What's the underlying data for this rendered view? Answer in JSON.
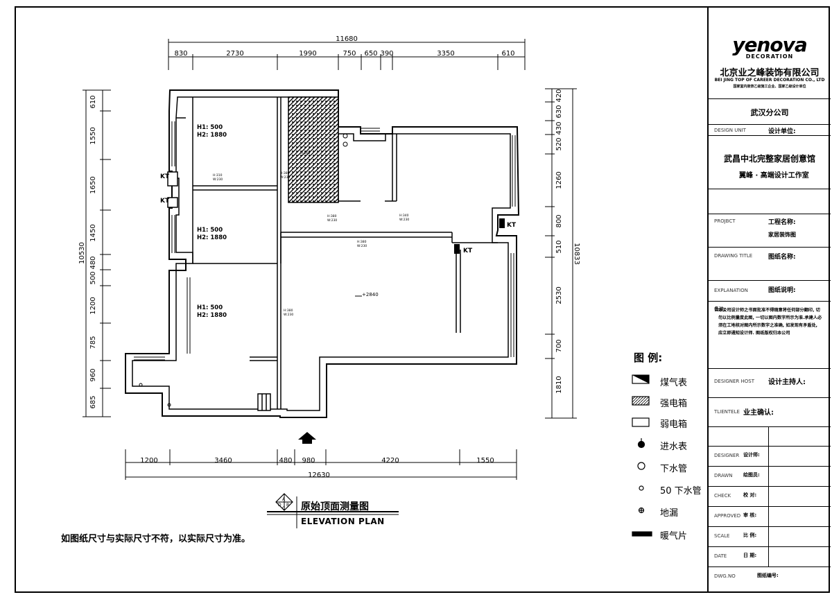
{
  "dimensions": {
    "top_total": "11680",
    "top": [
      "830",
      "2730",
      "1990",
      "750",
      "650",
      "390",
      "3350",
      "610"
    ],
    "bottom_total": "12630",
    "bottom": [
      "1200",
      "3460",
      "480",
      "980",
      "4220",
      "1550"
    ],
    "left_total": "10530",
    "left": [
      "610",
      "1550",
      "1650",
      "1450",
      "480",
      "500",
      "1200",
      "785",
      "960",
      "685"
    ],
    "right_total": "10833",
    "right": [
      "420",
      "630",
      "430",
      "520",
      "1260",
      "800",
      "510",
      "2530",
      "700",
      "1810"
    ]
  },
  "rooms": {
    "room1": {
      "h1": "H1:  500",
      "h2": "H2:  1880"
    },
    "room2": {
      "h1": "H1:  500",
      "h2": "H2:  1880"
    },
    "room3": {
      "h1": "H1:  500",
      "h2": "H2:  1880"
    },
    "level": "+2840",
    "kt": "KT"
  },
  "small_notes": {
    "a": "H:310",
    "a2": "W:230",
    "b": "H:380",
    "b2": "W:230",
    "c": "H:380",
    "c2": "W:230",
    "d": "H:340",
    "d2": "W:230",
    "e": "H:380",
    "e2": "W:230",
    "f": "H:380",
    "f2": "W:230",
    "g": "H:360",
    "g2": "W:230"
  },
  "plan_title": {
    "cn": "原始顶面测量图",
    "en": "ELEVATION PLAN"
  },
  "bottom_note": "如图纸尺寸与实际尺寸不符，以实际尺寸为准。",
  "legend": {
    "title": "图  例:",
    "items": [
      "煤气表",
      "强电箱",
      "弱电箱",
      "进水表",
      "下水管",
      "50 下水管",
      "地漏",
      "暖气片"
    ]
  },
  "title_block": {
    "brand": "yenova",
    "brand_sub": "DECORATION",
    "company": "北京业之峰装饰有限公司",
    "company_en": "BEI JING TOP OF CAREER DECORATION CO., LTD",
    "company_cert": "国家室内装饰乙级施工企业、国家乙级设计单位",
    "branch": "武汉分公司",
    "design_unit_key": "DESIGN UNIT",
    "design_unit_val": "设计单位:",
    "studio1": "武昌中北完整家居创意馆",
    "studio2": "翼峰 · 高端设计工作室",
    "project_key": "PROJBCT",
    "project_val": "工程名称:",
    "project_name": "家居装饰图",
    "drawing_key": "DRAWING TITLE",
    "drawing_val": "图纸名称:",
    "explanation_key": "EXPLANATION",
    "explanation_val": "图纸说明:",
    "notes_label": "备注:",
    "notes": "本公司设计师之书面批准不得随意将任何部分翻印, 切勿以比例量度此图, 一切以图内数字所示为准.承建人必须在工地核对图内所示数字之准确, 如发现有矛盾处, 应立即通知设计师. 图纸版权归本公司",
    "designer_host_key": "DESIGNER HOST",
    "designer_host_val": "设计主持人:",
    "client_key": "TLIENTELE",
    "client_val": "业主确认:",
    "designer_key": "DESIGNER",
    "designer_val": "设计师:",
    "drawn_key": "DRAWN",
    "drawn_val": "绘图员:",
    "check_key": "CHECK",
    "check_val": "校  对:",
    "approved_key": "APPROVED",
    "approved_val": "审  核:",
    "scale_key": "SCALE",
    "scale_val": "比  例:",
    "date_key": "DATE",
    "date_val": "日  期:",
    "dwg_key": "DWG.NO",
    "dwg_val": "图纸编号:"
  }
}
